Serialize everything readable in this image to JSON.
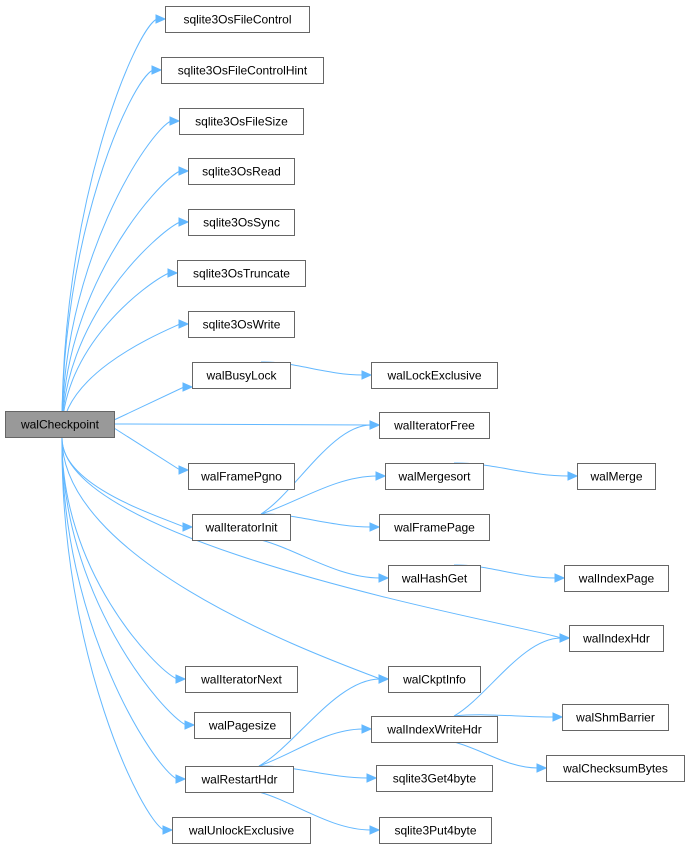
{
  "graph": {
    "root": "walCheckpoint",
    "nodes": [
      {
        "id": "walCheckpoint",
        "label": "walCheckpoint",
        "root": true
      },
      {
        "id": "sqlite3OsFileControl",
        "label": "sqlite3OsFileControl"
      },
      {
        "id": "sqlite3OsFileControlHint",
        "label": "sqlite3OsFileControlHint"
      },
      {
        "id": "sqlite3OsFileSize",
        "label": "sqlite3OsFileSize"
      },
      {
        "id": "sqlite3OsRead",
        "label": "sqlite3OsRead"
      },
      {
        "id": "sqlite3OsSync",
        "label": "sqlite3OsSync"
      },
      {
        "id": "sqlite3OsTruncate",
        "label": "sqlite3OsTruncate"
      },
      {
        "id": "sqlite3OsWrite",
        "label": "sqlite3OsWrite"
      },
      {
        "id": "walBusyLock",
        "label": "walBusyLock"
      },
      {
        "id": "walLockExclusive",
        "label": "walLockExclusive"
      },
      {
        "id": "walIteratorFree",
        "label": "walIteratorFree"
      },
      {
        "id": "walFramePgno",
        "label": "walFramePgno"
      },
      {
        "id": "walMergesort",
        "label": "walMergesort"
      },
      {
        "id": "walMerge",
        "label": "walMerge"
      },
      {
        "id": "walIteratorInit",
        "label": "walIteratorInit"
      },
      {
        "id": "walFramePage",
        "label": "walFramePage"
      },
      {
        "id": "walHashGet",
        "label": "walHashGet"
      },
      {
        "id": "walIndexPage",
        "label": "walIndexPage"
      },
      {
        "id": "walIndexHdr",
        "label": "walIndexHdr"
      },
      {
        "id": "walIteratorNext",
        "label": "walIteratorNext"
      },
      {
        "id": "walCkptInfo",
        "label": "walCkptInfo"
      },
      {
        "id": "walPagesize",
        "label": "walPagesize"
      },
      {
        "id": "walIndexWriteHdr",
        "label": "walIndexWriteHdr"
      },
      {
        "id": "walShmBarrier",
        "label": "walShmBarrier"
      },
      {
        "id": "walChecksumBytes",
        "label": "walChecksumBytes"
      },
      {
        "id": "walRestartHdr",
        "label": "walRestartHdr"
      },
      {
        "id": "sqlite3Get4byte",
        "label": "sqlite3Get4byte"
      },
      {
        "id": "sqlite3Put4byte",
        "label": "sqlite3Put4byte"
      },
      {
        "id": "walUnlockExclusive",
        "label": "walUnlockExclusive"
      }
    ],
    "edges": [
      [
        "walCheckpoint",
        "sqlite3OsFileControl"
      ],
      [
        "walCheckpoint",
        "sqlite3OsFileControlHint"
      ],
      [
        "walCheckpoint",
        "sqlite3OsFileSize"
      ],
      [
        "walCheckpoint",
        "sqlite3OsRead"
      ],
      [
        "walCheckpoint",
        "sqlite3OsSync"
      ],
      [
        "walCheckpoint",
        "sqlite3OsTruncate"
      ],
      [
        "walCheckpoint",
        "sqlite3OsWrite"
      ],
      [
        "walCheckpoint",
        "walBusyLock"
      ],
      [
        "walCheckpoint",
        "walIteratorFree"
      ],
      [
        "walCheckpoint",
        "walFramePgno"
      ],
      [
        "walCheckpoint",
        "walIteratorInit"
      ],
      [
        "walCheckpoint",
        "walIndexHdr"
      ],
      [
        "walCheckpoint",
        "walCkptInfo"
      ],
      [
        "walCheckpoint",
        "walIteratorNext"
      ],
      [
        "walCheckpoint",
        "walPagesize"
      ],
      [
        "walCheckpoint",
        "walRestartHdr"
      ],
      [
        "walCheckpoint",
        "walUnlockExclusive"
      ],
      [
        "walBusyLock",
        "walLockExclusive"
      ],
      [
        "walIteratorInit",
        "walIteratorFree"
      ],
      [
        "walIteratorInit",
        "walMergesort"
      ],
      [
        "walIteratorInit",
        "walFramePage"
      ],
      [
        "walIteratorInit",
        "walHashGet"
      ],
      [
        "walMergesort",
        "walMerge"
      ],
      [
        "walHashGet",
        "walIndexPage"
      ],
      [
        "walRestartHdr",
        "walCkptInfo"
      ],
      [
        "walRestartHdr",
        "walIndexWriteHdr"
      ],
      [
        "walRestartHdr",
        "sqlite3Get4byte"
      ],
      [
        "walRestartHdr",
        "sqlite3Put4byte"
      ],
      [
        "walIndexWriteHdr",
        "walIndexHdr"
      ],
      [
        "walIndexWriteHdr",
        "walShmBarrier"
      ],
      [
        "walIndexWriteHdr",
        "walChecksumBytes"
      ]
    ]
  },
  "colors": {
    "edge": "#63b8ff",
    "node_border": "#666666",
    "root_fill": "#999999",
    "node_fill": "#ffffff"
  }
}
